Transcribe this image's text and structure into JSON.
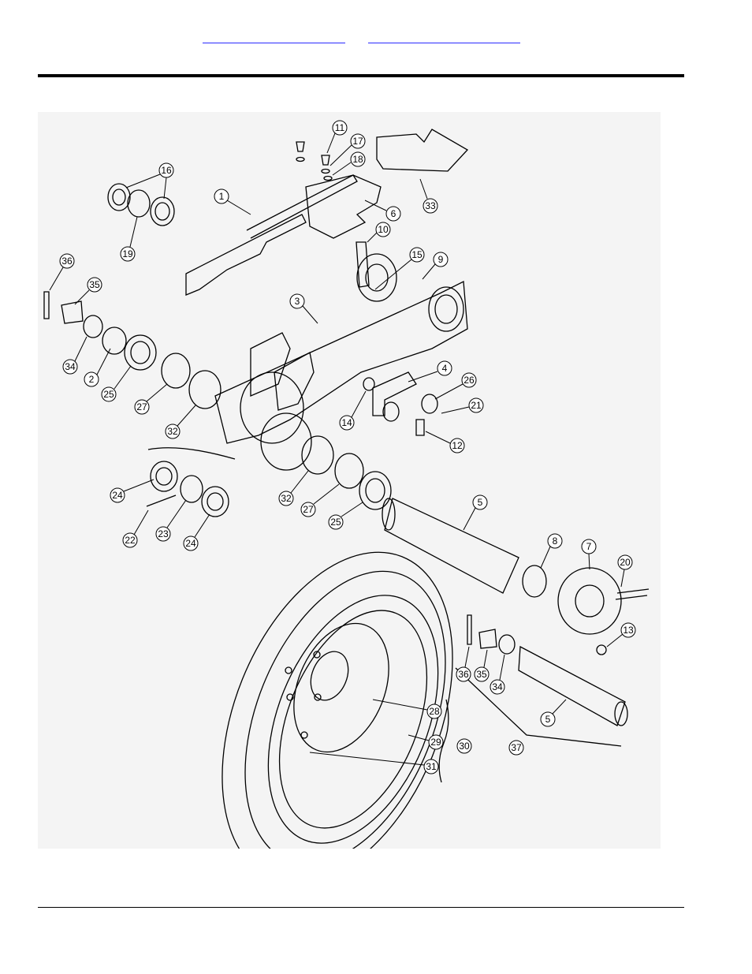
{
  "header": {
    "links": [
      {
        "label": ""
      },
      {
        "label": ""
      }
    ]
  },
  "diagram": {
    "part_numbers": [
      "1",
      "2",
      "3",
      "4",
      "5",
      "5",
      "6",
      "7",
      "8",
      "9",
      "10",
      "11",
      "12",
      "13",
      "14",
      "15",
      "16",
      "17",
      "18",
      "19",
      "20",
      "21",
      "22",
      "23",
      "24",
      "24",
      "25",
      "25",
      "26",
      "27",
      "27",
      "28",
      "29",
      "30",
      "31",
      "32",
      "32",
      "33",
      "34",
      "34",
      "35",
      "35",
      "36",
      "36",
      "37"
    ]
  }
}
